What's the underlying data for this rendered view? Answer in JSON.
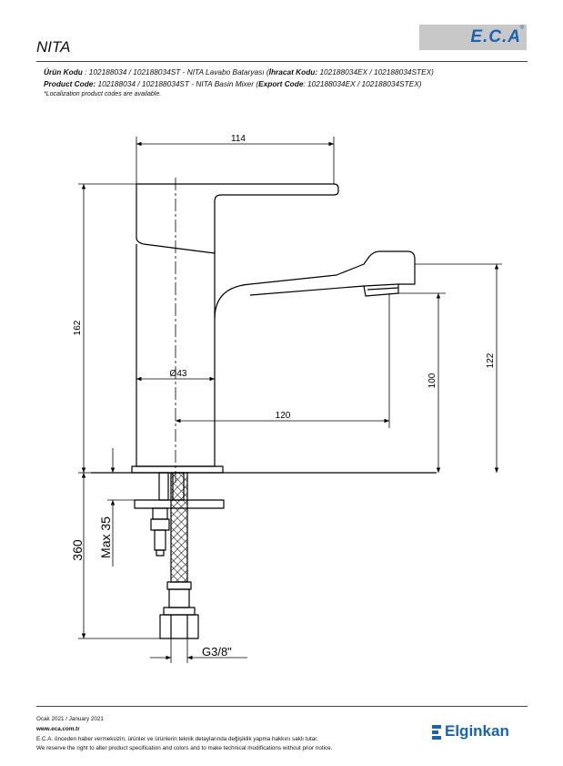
{
  "header": {
    "title": "NITA",
    "brand_logo": "E.C.A",
    "code_tr_label": "Ürün Kodu",
    "code_tr_value": " : 102188034 / 102188034ST - NITA Lavabo Bataryası (",
    "code_tr_export_label": "İhracat Kodu:",
    "code_tr_export_value": " 102188034EX / 102188034STEX)",
    "code_en_label": "Product Code:",
    "code_en_value": " 102188034 / 102188034ST - NITA Basin Mixer (",
    "code_en_export_label": "Export Code",
    "code_en_export_value": ": 102188034EX / 102188034STEX)",
    "note": "*Localization product codes are available."
  },
  "drawing": {
    "dim_width": "114",
    "dim_height_total": "162",
    "dim_diameter": "Ø43",
    "dim_reach": "120",
    "dim_spout_height": "100",
    "dim_outlet_height": "122",
    "dim_hose_length": "360",
    "dim_max_deck": "Max 35",
    "dim_thread": "G3/8\""
  },
  "footer": {
    "date": "Ocak 2021 / January 2021",
    "website": "www.eca.com.tr",
    "disclaimer_tr": "E.C.A. önceden haber vermeksizin, ürünler ve ürünlerin teknik detaylarında değişiklik yapma hakkını saklı tutar.",
    "disclaimer_en": "We reserve the right to alter product specification and colors and to make technical modifications without prior notice.",
    "dealer_logo": "Elginkan"
  },
  "colors": {
    "brand_blue": "#1a63b3",
    "logo_bg": "#c8c8c8",
    "line": "#000000"
  }
}
